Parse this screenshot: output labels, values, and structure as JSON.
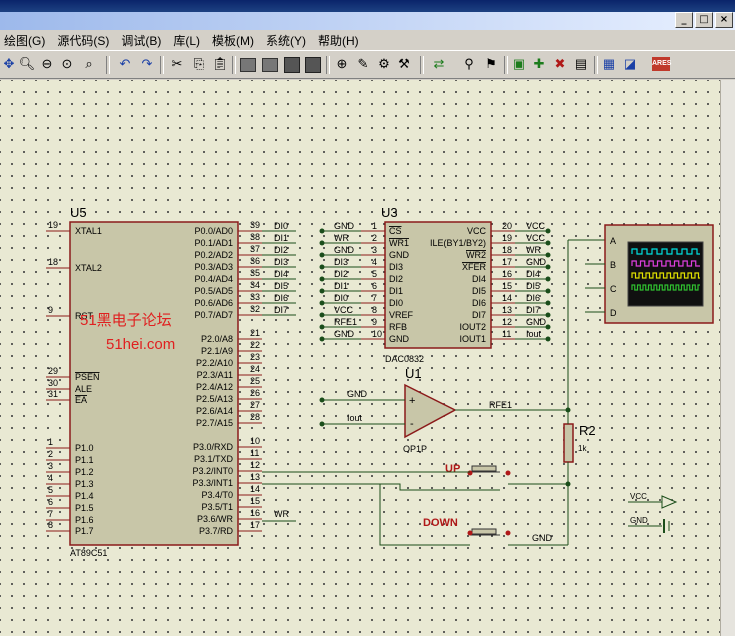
{
  "window": {
    "buttons": [
      "_",
      "□",
      "×"
    ]
  },
  "menu": [
    "绘图(G)",
    "源代码(S)",
    "调试(B)",
    "库(L)",
    "模板(M)",
    "系统(Y)",
    "帮助(H)"
  ],
  "toolbar_icons": [
    "pan-icon",
    "zoom-in-icon",
    "zoom-out-icon",
    "zoom-all-icon",
    "zoom-area-icon",
    "undo-icon",
    "redo-icon",
    "cut-icon",
    "copy-icon",
    "paste-icon",
    "block-copy-icon",
    "block-move-icon",
    "block-rotate-icon",
    "block-delete-icon",
    "pick-device-icon",
    "make-device-icon",
    "packaging-tool-icon",
    "decompose-icon",
    "wire-autorouter-icon",
    "search-tag-icon",
    "property-assign-icon",
    "new-sheet-icon",
    "remove-sheet-icon",
    "goto-sheet-icon",
    "bill-of-materials-icon",
    "electrical-rule-check-icon",
    "ares-netlist-icon"
  ],
  "schematic": {
    "u5": {
      "ref": "U5",
      "part": "AT89C51",
      "left_pins": [
        {
          "num": "19",
          "name": "XTAL1"
        },
        {
          "num": "18",
          "name": "XTAL2"
        },
        {
          "num": "9",
          "name": "RST"
        },
        {
          "num": "29",
          "name": "PSEN"
        },
        {
          "num": "30",
          "name": "ALE"
        },
        {
          "num": "31",
          "name": "EA"
        },
        {
          "num": "1",
          "name": "P1.0"
        },
        {
          "num": "2",
          "name": "P1.1"
        },
        {
          "num": "3",
          "name": "P1.2"
        },
        {
          "num": "4",
          "name": "P1.3"
        },
        {
          "num": "5",
          "name": "P1.4"
        },
        {
          "num": "6",
          "name": "P1.5"
        },
        {
          "num": "7",
          "name": "P1.6"
        },
        {
          "num": "8",
          "name": "P1.7"
        }
      ],
      "right_pins": [
        {
          "num": "39",
          "name": "P0.0/AD0",
          "net": "DI0"
        },
        {
          "num": "38",
          "name": "P0.1/AD1",
          "net": "DI1"
        },
        {
          "num": "37",
          "name": "P0.2/AD2",
          "net": "DI2"
        },
        {
          "num": "36",
          "name": "P0.3/AD3",
          "net": "DI3"
        },
        {
          "num": "35",
          "name": "P0.4/AD4",
          "net": "DI4"
        },
        {
          "num": "34",
          "name": "P0.5/AD5",
          "net": "DI5"
        },
        {
          "num": "33",
          "name": "P0.6/AD6",
          "net": "DI6"
        },
        {
          "num": "32",
          "name": "P0.7/AD7",
          "net": "DI7"
        },
        {
          "num": "21",
          "name": "P2.0/A8"
        },
        {
          "num": "22",
          "name": "P2.1/A9"
        },
        {
          "num": "23",
          "name": "P2.2/A10"
        },
        {
          "num": "24",
          "name": "P2.3/A11"
        },
        {
          "num": "25",
          "name": "P2.4/A12"
        },
        {
          "num": "26",
          "name": "P2.5/A13"
        },
        {
          "num": "27",
          "name": "P2.6/A14"
        },
        {
          "num": "28",
          "name": "P2.7/A15"
        },
        {
          "num": "10",
          "name": "P3.0/RXD"
        },
        {
          "num": "11",
          "name": "P3.1/TXD"
        },
        {
          "num": "12",
          "name": "P3.2/INT0"
        },
        {
          "num": "13",
          "name": "P3.3/INT1"
        },
        {
          "num": "14",
          "name": "P3.4/T0"
        },
        {
          "num": "15",
          "name": "P3.5/T1"
        },
        {
          "num": "16",
          "name": "P3.6/WR",
          "net": "WR"
        },
        {
          "num": "17",
          "name": "P3.7/RD"
        }
      ]
    },
    "watermark": {
      "line1": "51黑电子论坛",
      "line2": "51hei.com"
    },
    "u3": {
      "ref": "U3",
      "part": "DAC0832",
      "left_pins": [
        {
          "num": "1",
          "name": "CS",
          "net": "GND"
        },
        {
          "num": "2",
          "name": "WR1",
          "net": "WR"
        },
        {
          "num": "3",
          "name": "GND",
          "net": "GND"
        },
        {
          "num": "4",
          "name": "DI3",
          "net": "DI3"
        },
        {
          "num": "5",
          "name": "DI2",
          "net": "DI2"
        },
        {
          "num": "6",
          "name": "DI1",
          "net": "DI1"
        },
        {
          "num": "7",
          "name": "DI0",
          "net": "DI0"
        },
        {
          "num": "8",
          "name": "VREF",
          "net": "VCC"
        },
        {
          "num": "9",
          "name": "RFB",
          "net": "RFE1"
        },
        {
          "num": "10",
          "name": "GND",
          "net": "GND"
        }
      ],
      "right_pins": [
        {
          "num": "20",
          "name": "VCC",
          "net": "VCC"
        },
        {
          "num": "19",
          "name": "ILE(BY1/BY2)",
          "net": "VCC"
        },
        {
          "num": "18",
          "name": "WR2",
          "net": "WR"
        },
        {
          "num": "17",
          "name": "XFER",
          "net": "GND"
        },
        {
          "num": "16",
          "name": "DI4",
          "net": "DI4"
        },
        {
          "num": "15",
          "name": "DI5",
          "net": "DI5"
        },
        {
          "num": "14",
          "name": "DI6",
          "net": "DI6"
        },
        {
          "num": "13",
          "name": "DI7",
          "net": "DI7"
        },
        {
          "num": "12",
          "name": "IOUT2",
          "net": "GND"
        },
        {
          "num": "11",
          "name": "IOUT1",
          "net": "Iout"
        }
      ]
    },
    "u1": {
      "ref": "U1",
      "part": "OP1P",
      "in_plus": "GND",
      "in_minus": "Iout",
      "out": "RFE1",
      "plus": "+",
      "minus": "-"
    },
    "r2": {
      "ref": "R2",
      "value": "1k"
    },
    "btn_up": {
      "label": "UP"
    },
    "btn_down": {
      "label": "DOWN"
    },
    "gnd_net": "GND",
    "scope": {
      "channels": [
        "A",
        "B",
        "C",
        "D"
      ],
      "trace_colors": [
        "#00e0e0",
        "#e040e0",
        "#e0e000",
        "#30c030"
      ]
    },
    "terminals": {
      "vcc": "VCC",
      "gnd": "GND"
    }
  }
}
